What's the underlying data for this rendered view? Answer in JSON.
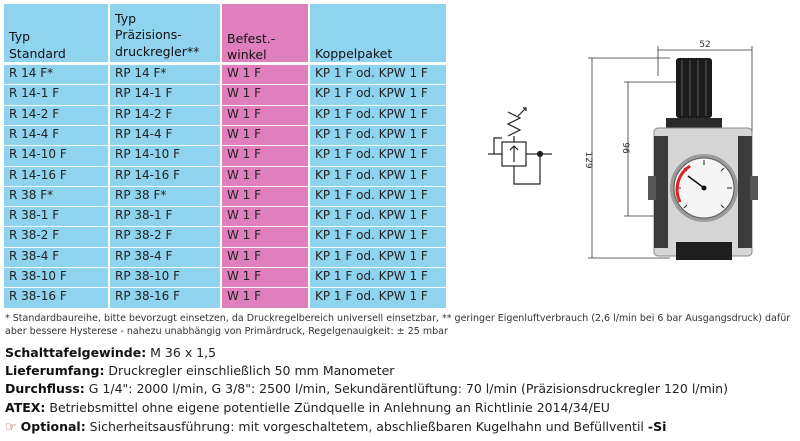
{
  "table": {
    "headers": {
      "standard": [
        "",
        "Typ",
        "Standard"
      ],
      "precision": [
        "Typ",
        "Präzisions-",
        "druckregler**"
      ],
      "bracket": [
        "",
        "Befest.-",
        "winkel"
      ],
      "kit": [
        "",
        "",
        "Koppelpaket"
      ]
    },
    "rows": [
      {
        "standard": "R 14 F*",
        "precision": "RP 14 F*",
        "bracket": "W 1 F",
        "kit": "KP 1 F od. KPW 1 F"
      },
      {
        "standard": "R 14-1 F",
        "precision": "RP 14-1 F",
        "bracket": "W 1 F",
        "kit": "KP 1 F od. KPW 1 F"
      },
      {
        "standard": "R 14-2 F",
        "precision": "RP 14-2 F",
        "bracket": "W 1 F",
        "kit": "KP 1 F od. KPW 1 F"
      },
      {
        "standard": "R 14-4 F",
        "precision": "RP 14-4 F",
        "bracket": "W 1 F",
        "kit": "KP 1 F od. KPW 1 F"
      },
      {
        "standard": "R 14-10 F",
        "precision": "RP 14-10 F",
        "bracket": "W 1 F",
        "kit": "KP 1 F od. KPW 1 F"
      },
      {
        "standard": "R 14-16 F",
        "precision": "RP 14-16 F",
        "bracket": "W 1 F",
        "kit": "KP 1 F od. KPW 1 F"
      },
      {
        "standard": "R 38 F*",
        "precision": "RP 38 F*",
        "bracket": "W 1 F",
        "kit": "KP 1 F od. KPW 1 F"
      },
      {
        "standard": "R 38-1 F",
        "precision": "RP 38-1 F",
        "bracket": "W 1 F",
        "kit": "KP 1 F od. KPW 1 F"
      },
      {
        "standard": "R 38-2 F",
        "precision": "RP 38-2 F",
        "bracket": "W 1 F",
        "kit": "KP 1 F od. KPW 1 F"
      },
      {
        "standard": "R 38-4 F",
        "precision": "RP 38-4 F",
        "bracket": "W 1 F",
        "kit": "KP 1 F od. KPW 1 F"
      },
      {
        "standard": "R 38-10 F",
        "precision": "RP 38-10 F",
        "bracket": "W 1 F",
        "kit": "KP 1 F od. KPW 1 F"
      },
      {
        "standard": "R 38-16 F",
        "precision": "RP 38-16 F",
        "bracket": "W 1 F",
        "kit": "KP 1 F od. KPW 1 F"
      }
    ]
  },
  "footnote": "* Standardbaureihe, bitte bevorzugt einsetzen, da Druckregelbereich universell einsetzbar, ** geringer Eigenluftverbrauch (2,6 l/min bei 6 bar Ausgangsdruck) dafür aber bessere Hysterese - nahezu unabhängig von Primärdruck, Regelgenauigkeit: ± 25 mbar",
  "specs": {
    "panel_label": "Schalttafelgewinde:",
    "panel_value": " M 36 x 1,5",
    "scope_label": "Lieferumfang:",
    "scope_value": " Druckregler einschließlich 50 mm Manometer",
    "flow_label": "Durchfluss:",
    "flow_value": " G 1/4\": 2000 l/min, G 3/8\": 2500 l/min, Sekundärentlüftung: 70 l/min (Präzisionsdruckregler 120 l/min)",
    "atex_label": "ATEX:",
    "atex_value": " Betriebsmittel ohne eigene potentielle Zündquelle in Anlehnung an Richtlinie 2014/34/EU",
    "optional_label": "Optional:",
    "optional_value": " Sicherheitsausführung: mit vorgeschaltetem, abschließbaren Kugelhahn und Befüllventil ",
    "optional_suffix": "-Si"
  },
  "drawing": {
    "dim_width": "52",
    "dim_body": "96",
    "dim_total": "129"
  },
  "colors": {
    "blue": "#8fd3ef",
    "pink": "#e07fbe",
    "accent_red": "#c42a2a"
  },
  "icons": {
    "optional": "pointing-hand-icon",
    "symbol": "pressure-regulator-symbol-icon"
  }
}
